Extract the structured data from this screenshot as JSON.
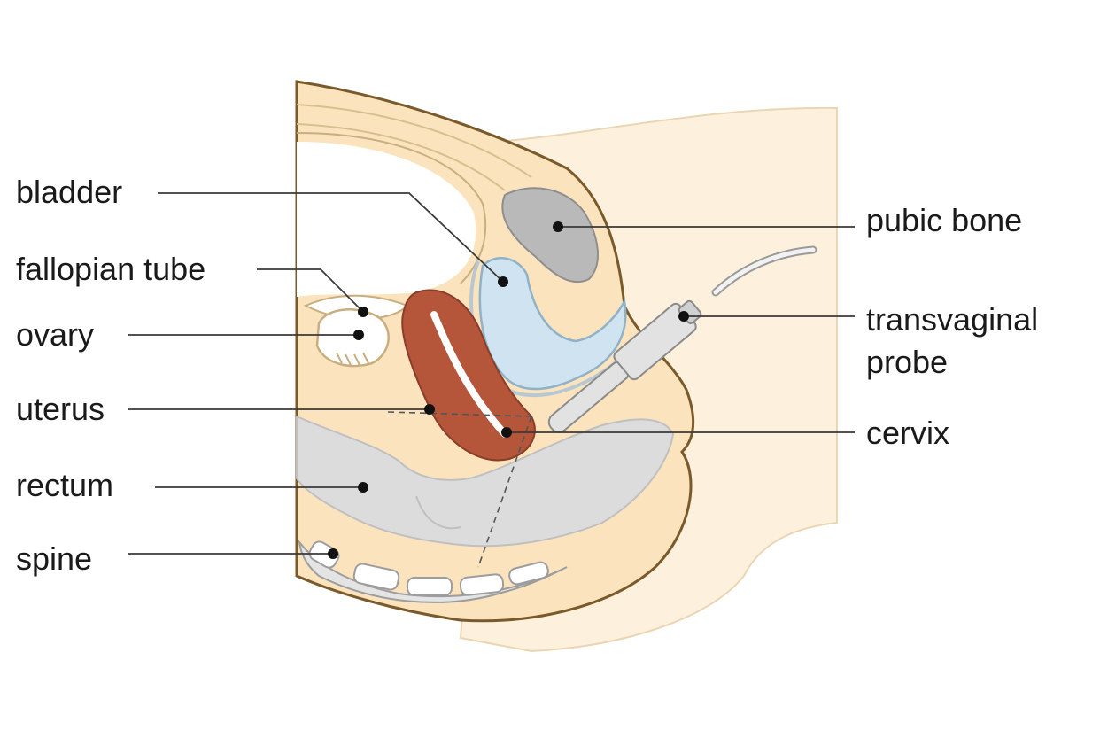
{
  "labels": {
    "bladder": "bladder",
    "fallopian_tube": "fallopian tube",
    "ovary": "ovary",
    "uterus": "uterus",
    "rectum": "rectum",
    "spine": "spine",
    "pubic_bone": "pubic bone",
    "transvaginal_probe_line1": "transvaginal",
    "transvaginal_probe_line2": "probe",
    "cervix": "cervix"
  },
  "colors": {
    "skin": "#fbe8c8",
    "skin_light": "#fdf2df",
    "outline": "#7a5a2a",
    "bladder": "#cfe3f0",
    "bone": "#b9b9b9",
    "uterus": "#b5553a",
    "rectum": "#dcdcdc",
    "probe": "#e2e2e2"
  }
}
